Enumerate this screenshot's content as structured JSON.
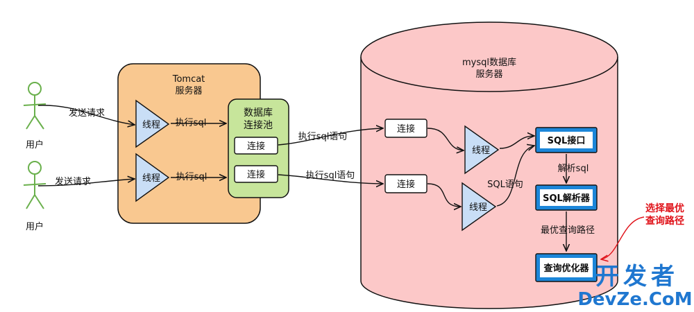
{
  "users": [
    {
      "label": "用户",
      "request": "发送请求"
    },
    {
      "label": "用户",
      "request": "发送请求"
    }
  ],
  "tomcat": {
    "title_line1": "Tomcat",
    "title_line2": "服务器",
    "threads": [
      {
        "label": "线程",
        "action": "执行sql"
      },
      {
        "label": "线程",
        "action": "执行sql"
      }
    ]
  },
  "pool": {
    "title_line1": "数据库",
    "title_line2": "连接池",
    "connections": [
      "连接",
      "连接"
    ],
    "statements": [
      "执行sql语句",
      "执行sql语句"
    ]
  },
  "mysql": {
    "title_line1": "mysql数据库",
    "title_line2": "服务器",
    "connections": [
      "连接",
      "连接"
    ],
    "threads": [
      "线程",
      "线程"
    ],
    "sql_statement_label": "SQL语句",
    "sql_interface": "SQL接口",
    "parse_label": "解析sql",
    "sql_parser": "SQL解析器",
    "optimal_path_label": "最优查询路径",
    "query_optimizer": "查询优化器"
  },
  "annotation": {
    "line1": "选择最优",
    "line2": "查询路径"
  },
  "watermark": {
    "cn": "开发者",
    "en": "DevZe.CoM"
  },
  "colors": {
    "tomcat_fill": "#f9c890",
    "pool_fill": "#c7e59b",
    "db_fill": "#fcc8c8",
    "thread_fill": "#c9def6",
    "blue_box": "#1c86d9",
    "stick_figure": "#6ab04c",
    "annotation": "#e0131a"
  }
}
